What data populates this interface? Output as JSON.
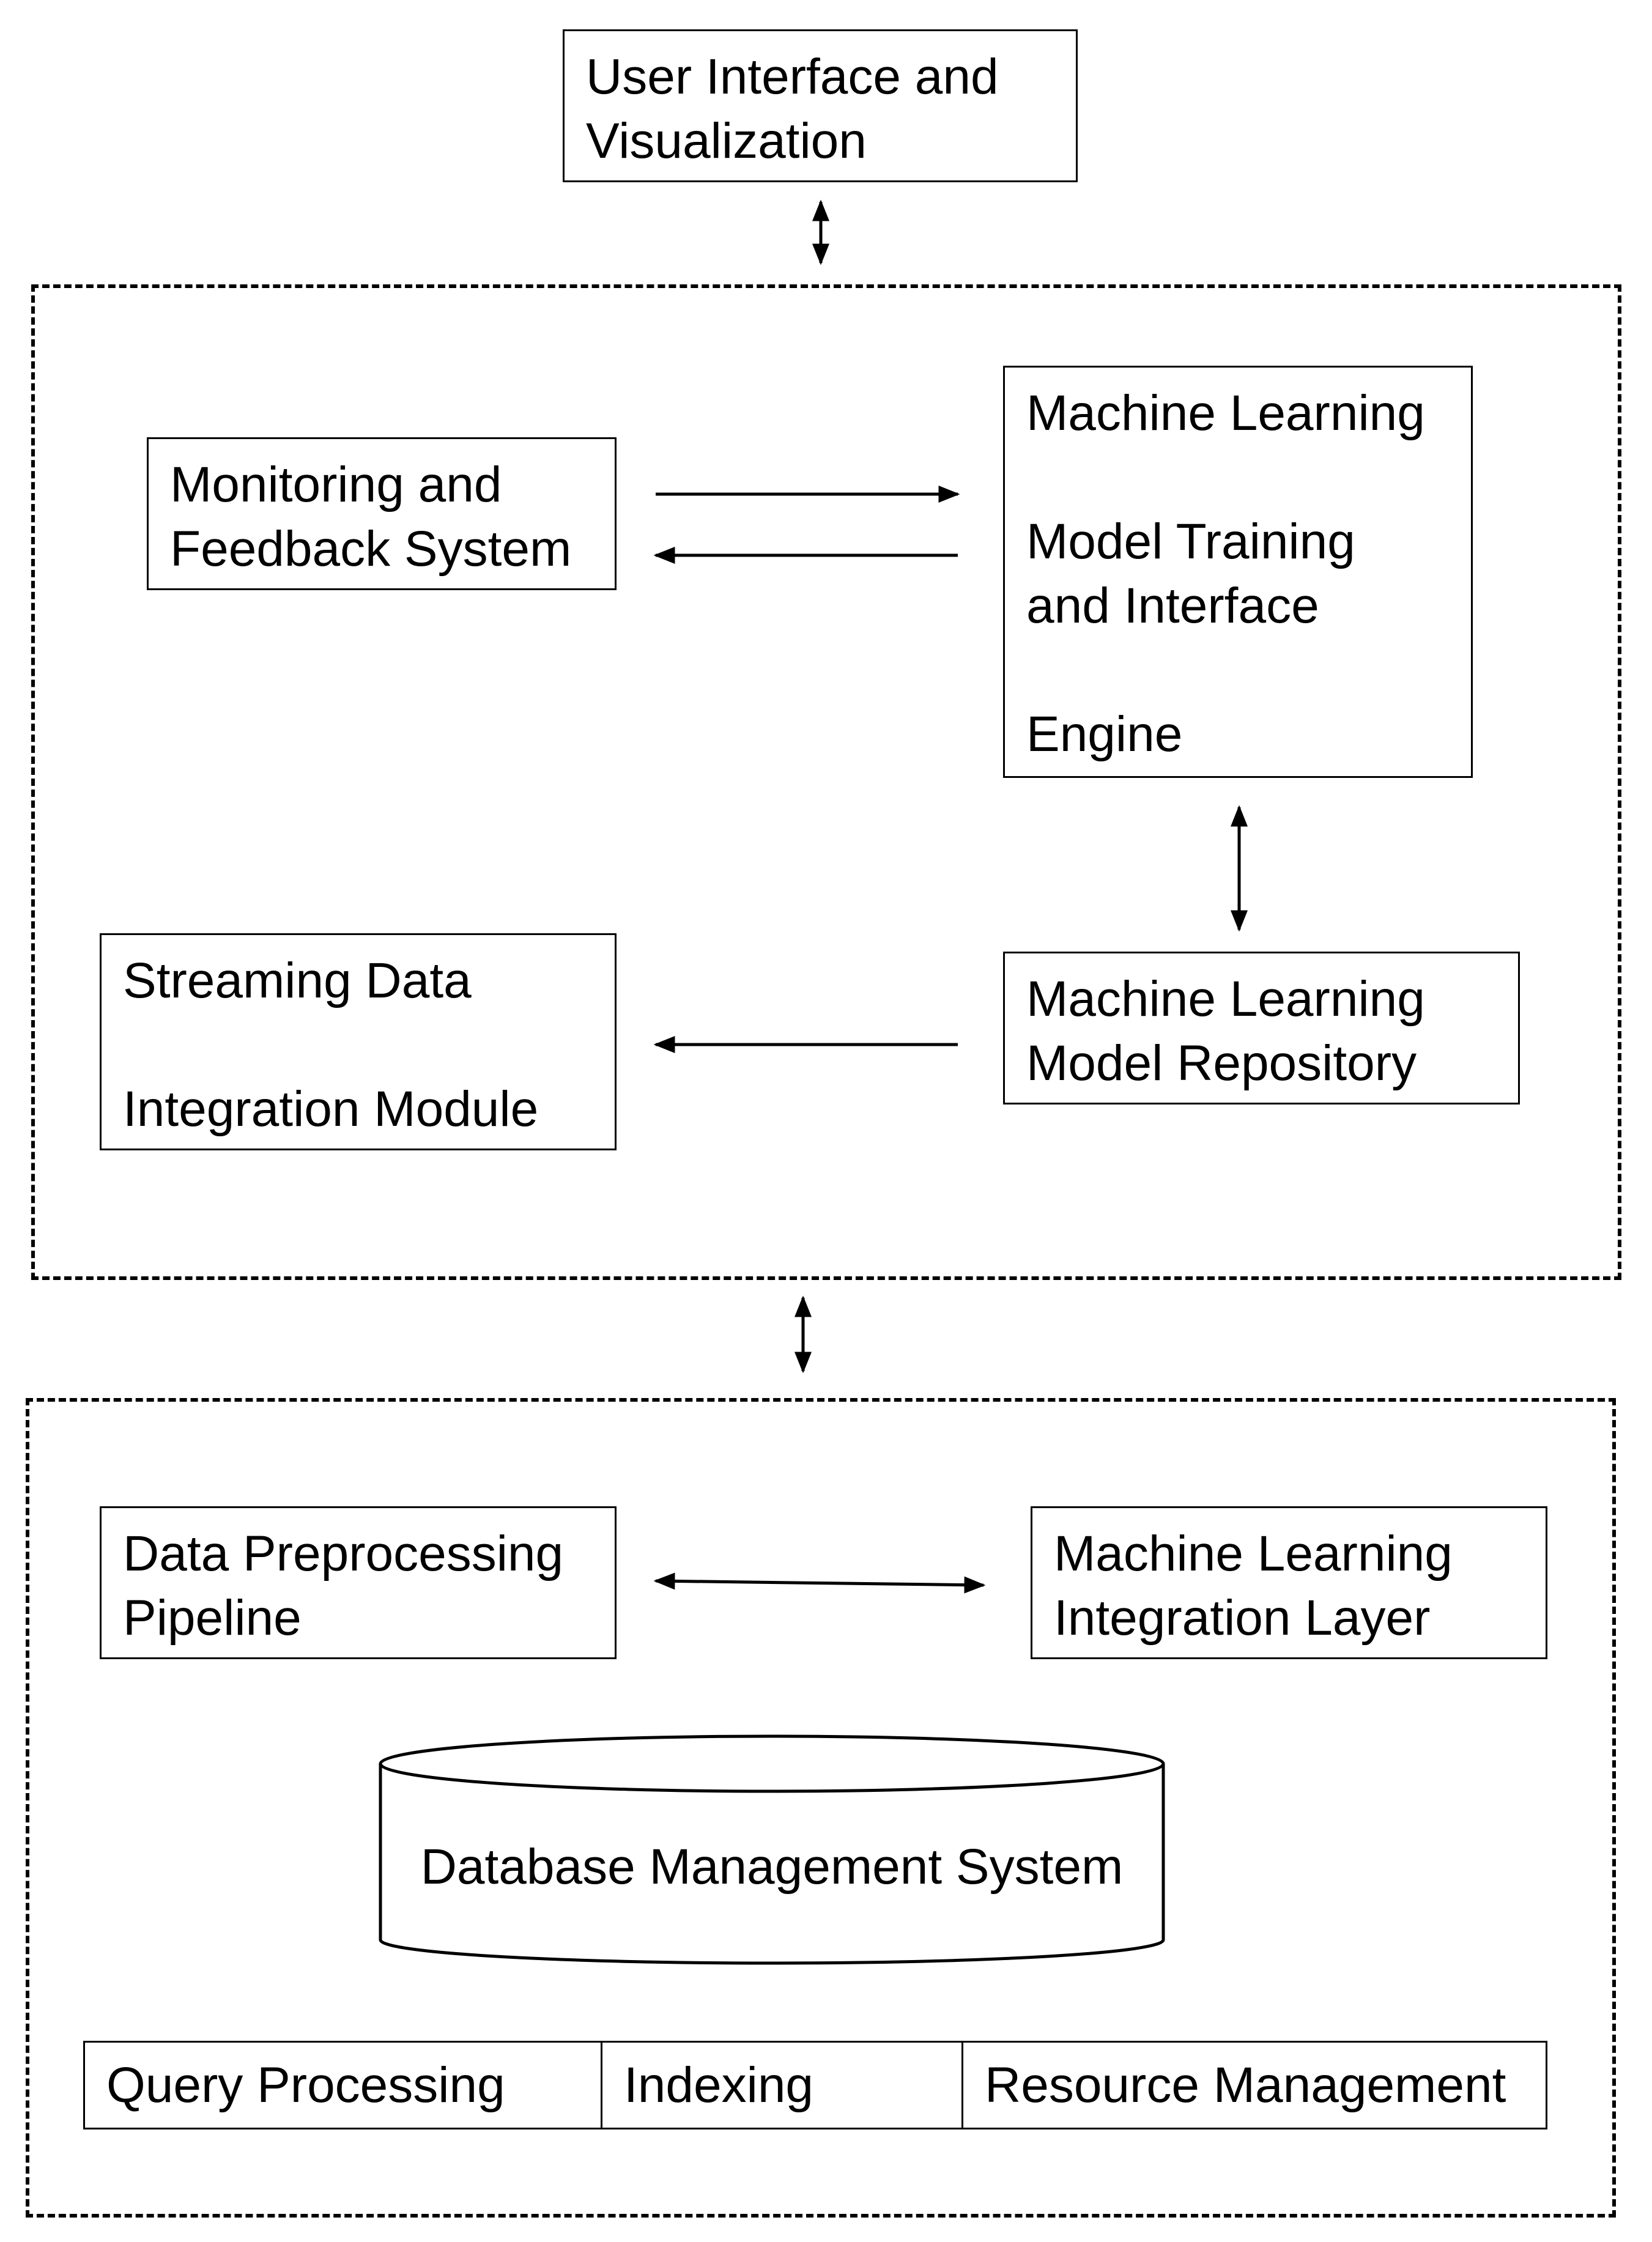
{
  "diagram": {
    "ui_box": {
      "line1": "User Interface and",
      "line2": "Visualization"
    },
    "monitor_box": {
      "line1": "Monitoring and",
      "line2": "Feedback System"
    },
    "ml_engine_box": {
      "line1": "Machine Learning",
      "line2": "Model Training",
      "line3": "and Interface",
      "line4": "Engine"
    },
    "streaming_box": {
      "line1": "Streaming Data",
      "line2": "Integration Module"
    },
    "repository_box": {
      "line1": "Machine Learning",
      "line2": "Model Repository"
    },
    "preprocessing_box": {
      "line1": "Data Preprocessing",
      "line2": "Pipeline"
    },
    "integration_layer_box": {
      "line1": "Machine Learning",
      "line2": "Integration Layer"
    },
    "database": {
      "label": "Database Management System"
    },
    "components": [
      "Query Processing",
      "Indexing",
      "Resource Management"
    ]
  }
}
